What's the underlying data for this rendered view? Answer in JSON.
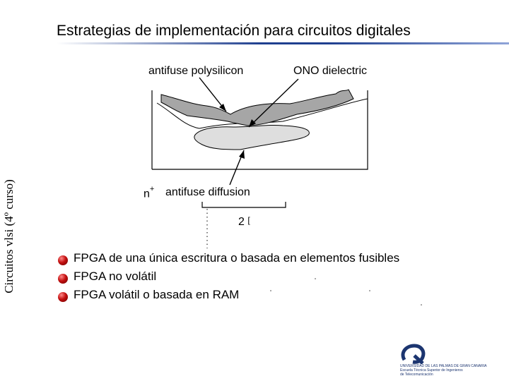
{
  "title": "Estrategias de implementación para circuitos digitales",
  "side_label": "Circuitos vlsi (4º curso)",
  "diagram": {
    "label_polysilicon": "antifuse polysilicon",
    "label_dielectric": "ONO dielectric",
    "label_n": "n",
    "label_n_sup": "+",
    "label_diffusion": "antifuse diffusion",
    "dimension": "2",
    "dimension_unit": "[",
    "colors": {
      "polysilicon": "#a6a6a6",
      "diffusion": "#dedede",
      "outline": "#000000"
    }
  },
  "bullets": [
    {
      "text": "FPGA de una única escritura o basada en elementos fusibles",
      "icon": "red-sphere-bullet"
    },
    {
      "text": "FPGA no volátil",
      "icon": "red-sphere-bullet"
    },
    {
      "text": "FPGA volátil o basada en RAM",
      "icon": "red-sphere-bullet"
    }
  ],
  "logo": {
    "line1": "UNIVERSIDAD DE LAS PALMAS DE GRAN CANARIA",
    "line2": "Escuela Técnica Superior de Ingenieros",
    "line3": "de Telecomunicación"
  }
}
